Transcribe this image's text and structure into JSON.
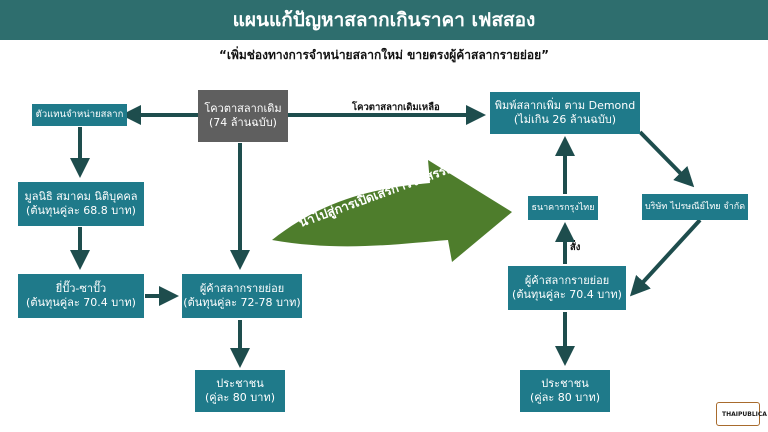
{
  "header": {
    "title": "แผนแก้ปัญหาสลากเกินราคา เฟสสอง"
  },
  "subtitle": "“เพิ่มช่องทางการจำหน่ายสลากใหม่ ขายตรงผู้ค้าสลากรายย่อย”",
  "left": {
    "quota": {
      "line1": "โควตาสลากเดิม",
      "line2": "(74 ล้านฉบับ)"
    },
    "agent": {
      "line1": "ตัวแทนจำหน่ายสลาก"
    },
    "foundation": {
      "line1": "มูลนิธิ สมาคม นิติบุคคล",
      "line2": "(ต้นทุนคู่ละ 68.8 บาท)"
    },
    "wholesaler": {
      "line1": "ยี่ปั๊ว-ซาปั๊ว",
      "line2": "(ต้นทุนคู่ละ 70.4 บาท)"
    },
    "retailer": {
      "line1": "ผู้ค้าสลากรายย่อย",
      "line2": "(ต้นทุนคู่ละ 72-78 บาท)"
    },
    "public": {
      "line1": "ประชาชน",
      "line2": "(คู่ละ 80 บาท)"
    }
  },
  "middle": {
    "edge_label": "โควตาสลากเดิมเหลือ",
    "banner": "นำไปสู่การเปิดเสรีการจัดสรรสลาก"
  },
  "right": {
    "print": {
      "line1": "พิมพ์สลากเพิ่ม ตาม Demond",
      "line2": "(ไม่เกิน 26 ล้านฉบับ)"
    },
    "bank": {
      "line1": "ธนาคารกรุงไทย"
    },
    "post": {
      "line1": "บริษัท ไปรษณีย์ไทย จำกัด"
    },
    "retailer": {
      "line1": "ผู้ค้าสลากรายย่อย",
      "line2": "(ต้นทุนคู่ละ 70.4 บาท)"
    },
    "order_label": "สั่ง",
    "public": {
      "line1": "ประชาชน",
      "line2": "(คู่ละ 80 บาท)"
    }
  },
  "logo": {
    "text": "THAIPUBLICA"
  },
  "colors": {
    "header": "#2e6e6e",
    "box": "#1f7a8a",
    "quota_box": "#5f5f5f",
    "arrow": "#1e4d4d",
    "banner": "#4e7d2c"
  },
  "icons": [
    "right-arrow-icon",
    "keyhole-icon"
  ]
}
